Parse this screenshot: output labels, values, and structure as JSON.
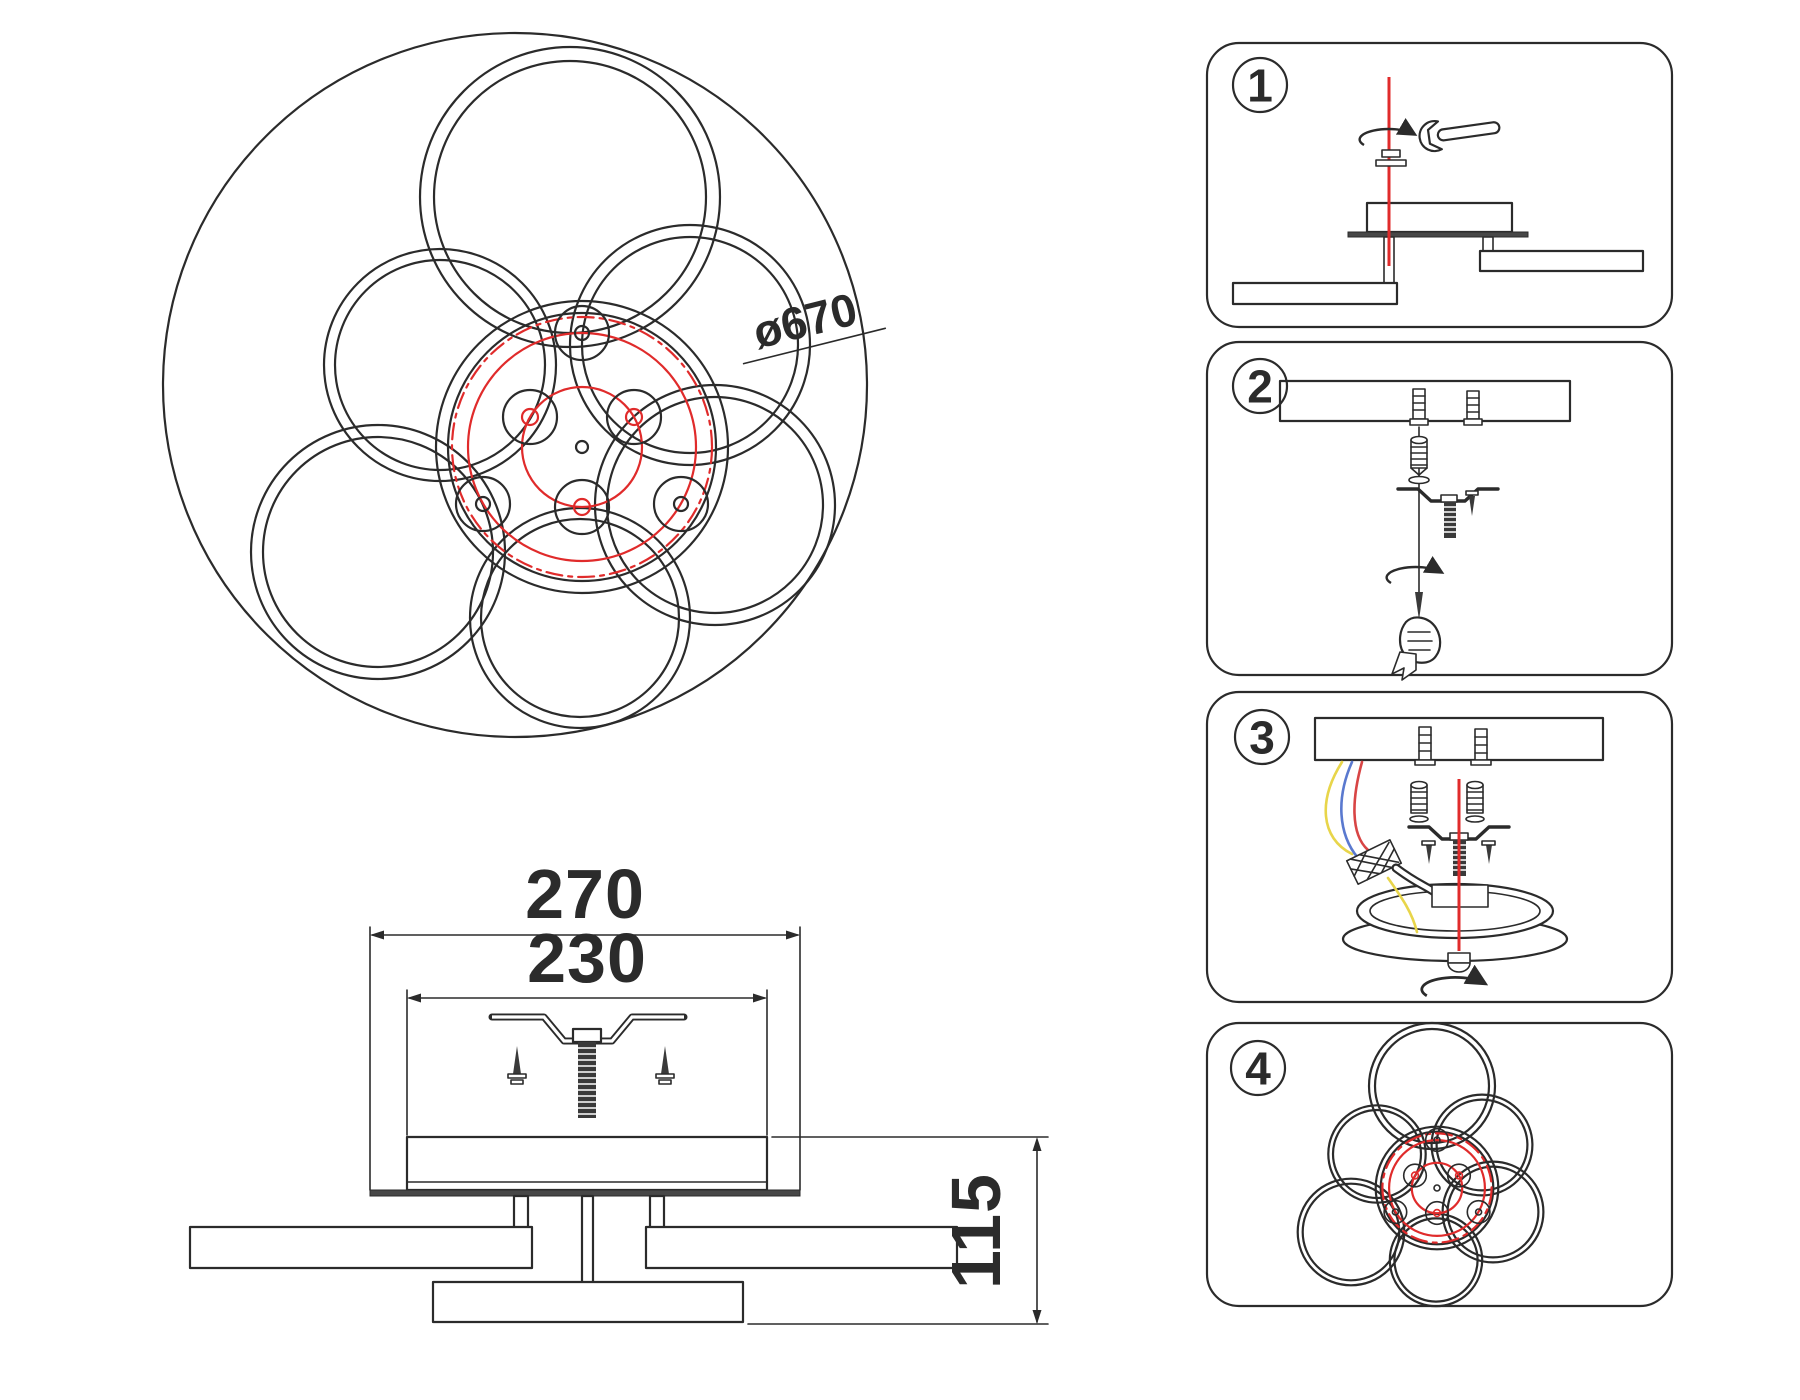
{
  "document": {
    "kind": "ceiling-lamp installation drawing"
  },
  "colors": {
    "line": "#2b2b2b",
    "accent_red": "#e02b2b",
    "wire_yellow": "#e8d54a",
    "wire_blue": "#5a79cf",
    "wire_red": "#d84545",
    "plate_dark": "#474747"
  },
  "top_view": {
    "diameter_label": "ø670"
  },
  "side_view": {
    "overall_width": "270",
    "mount_width": "230",
    "height": "115"
  },
  "steps": [
    {
      "number": "1"
    },
    {
      "number": "2"
    },
    {
      "number": "3"
    },
    {
      "number": "4"
    }
  ]
}
